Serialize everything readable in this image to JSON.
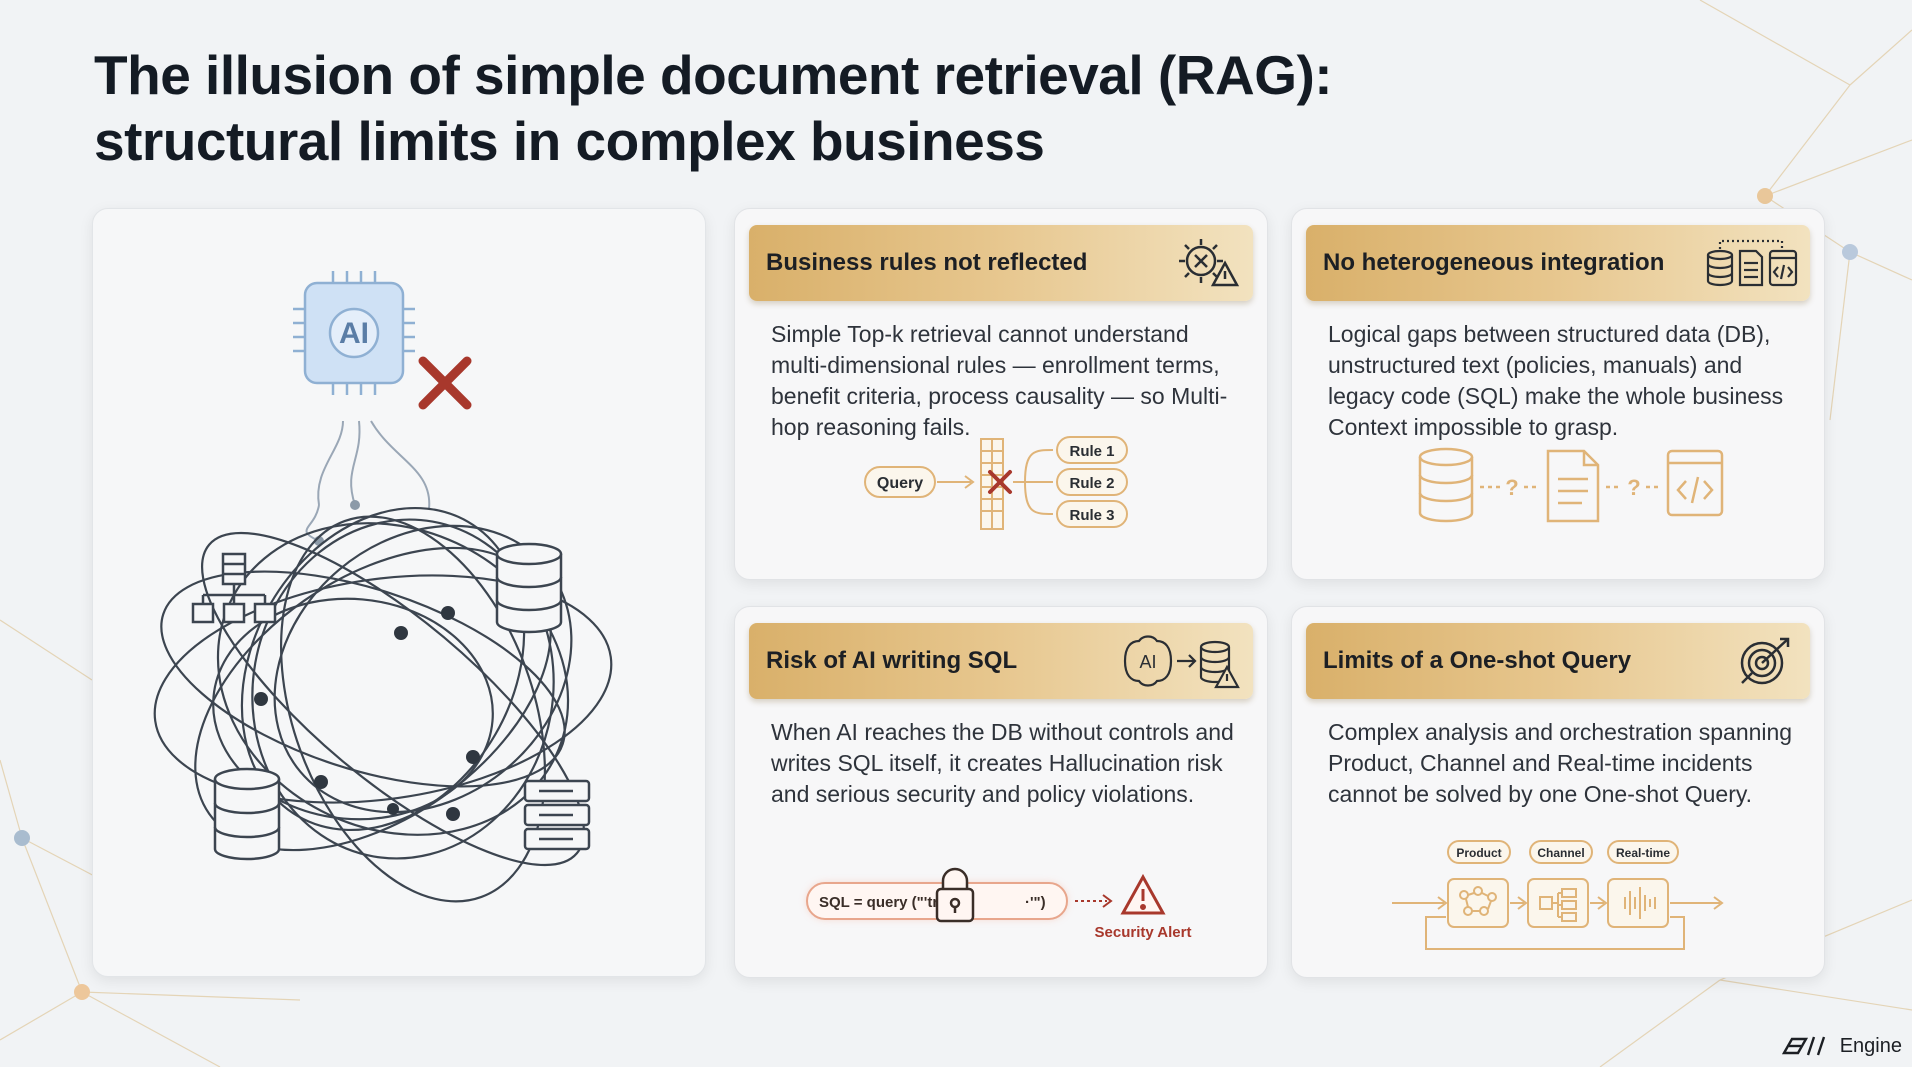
{
  "title_line1": "The illusion of simple document retrieval (RAG):",
  "title_line2": "structural limits in complex business",
  "left_panel": {
    "chip_label": "AI"
  },
  "cards": [
    {
      "title": "Business rules not reflected",
      "body": "Simple Top-k retrieval cannot understand multi-dimensional rules — enrollment terms, benefit criteria, process causality — so Multi-hop reasoning fails.",
      "illustration": {
        "query": "Query",
        "rules": [
          "Rule 1",
          "Rule 2",
          "Rule 3"
        ]
      }
    },
    {
      "title": "No heterogeneous integration",
      "body": "Logical gaps between structured data (DB), unstructured text (policies, manuals) and legacy code (SQL) make the whole business Context impossible to grasp.",
      "illustration": {
        "q1": "?",
        "q2": "?"
      }
    },
    {
      "title": "Risk of AI writing SQL",
      "body": "When AI reaches the DB without controls and writes SQL itself, it creates Hallucination risk and serious security and policy violations.",
      "icon_label": "AI",
      "illustration": {
        "sql": "SQL = query (\"'trable'",
        "sql_tail": "·'\")",
        "alert": "Security Alert"
      }
    },
    {
      "title": "Limits of a One-shot Query",
      "body": "Complex analysis and orchestration spanning Product, Channel and Real-time incidents cannot be solved by one One-shot Query.",
      "illustration": {
        "labels": [
          "Product",
          "Channel",
          "Real-time"
        ]
      }
    }
  ],
  "brand": "Engine",
  "colors": {
    "accent_gold": "#d9b06a",
    "error_red": "#a8382c",
    "chip_blue": "#cfe1f5",
    "line_orange": "#e0b478"
  }
}
